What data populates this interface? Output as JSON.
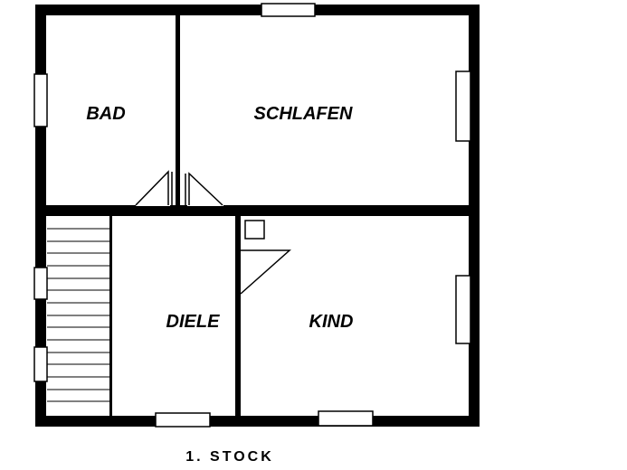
{
  "rooms": {
    "bad": "BAD",
    "schlafen": "SCHLAFEN",
    "diele": "DIELE",
    "kind": "KIND"
  },
  "caption": "1. STOCK",
  "colors": {
    "wall": "#000000",
    "window": "#ffffff",
    "background": "#ffffff"
  }
}
